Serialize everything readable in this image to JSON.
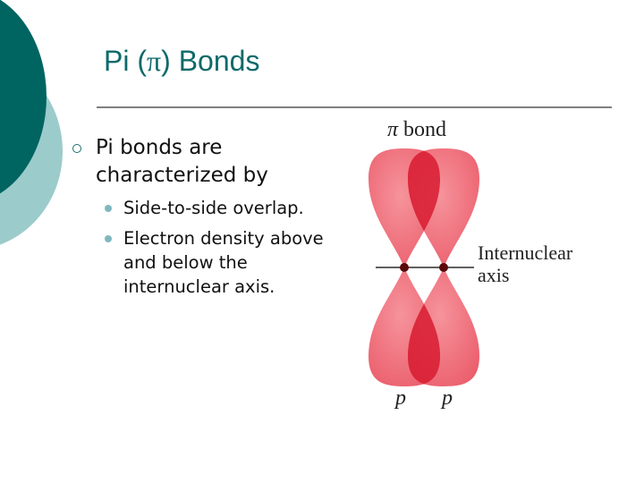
{
  "slide": {
    "title_prefix": "Pi (",
    "title_symbol": "π",
    "title_suffix": ") Bonds",
    "bullets": [
      {
        "text": "Pi bonds are characterized by",
        "sub": [
          {
            "text": "Side-to-side overlap."
          },
          {
            "text": "Electron density above and below the internuclear axis."
          }
        ]
      }
    ]
  },
  "diagram": {
    "bond_label_symbol": "π",
    "bond_label_text": "bond",
    "axis_label_line1": "Internuclear",
    "axis_label_line2": "axis",
    "orbital_label_left": "p",
    "orbital_label_right": "p"
  },
  "colors": {
    "accent_dark_teal": "#006461",
    "accent_light_teal": "#9ccbcb",
    "title": "#0e6a6a",
    "orbital": "#ee6672",
    "overlap": "#d81d33",
    "nucleus": "#5a0a0a"
  }
}
